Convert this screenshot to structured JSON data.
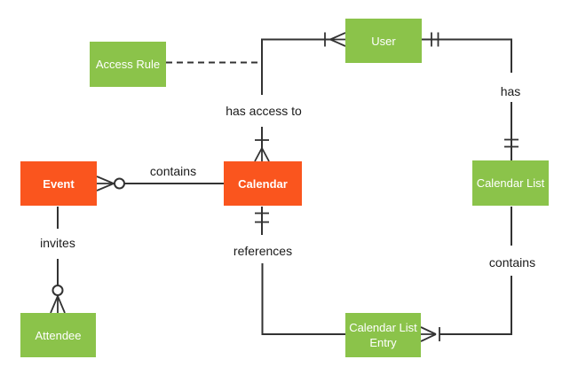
{
  "diagram": {
    "type": "entity-relationship",
    "colors": {
      "entity_orange": "#FA551E",
      "entity_green": "#8BC34A",
      "line": "#333333",
      "entity_text": "#FFFFFF",
      "label_text": "#1A1A1A",
      "background": "#FFFFFF"
    },
    "entities": {
      "event": {
        "label": "Event",
        "color": "#FA551E"
      },
      "calendar": {
        "label": "Calendar",
        "color": "#FA551E"
      },
      "access_rule": {
        "label": "Access Rule",
        "color": "#8BC34A"
      },
      "user": {
        "label": "User",
        "color": "#8BC34A"
      },
      "calendar_list": {
        "label": "Calendar List",
        "color": "#8BC34A"
      },
      "calendar_list_entry": {
        "label_line1": "Calendar List",
        "label_line2": "Entry",
        "color": "#8BC34A"
      },
      "attendee": {
        "label": "Attendee",
        "color": "#8BC34A"
      }
    },
    "relationships": {
      "event_contains_calendar": {
        "label": "contains",
        "from": "Event",
        "to": "Calendar",
        "cardinality": "zero-or-many at Event"
      },
      "user_has_access_to_calendar": {
        "label": "has access to",
        "from": "User",
        "to": "Calendar",
        "cardinality": "one-or-many at User, one-or-many at Calendar"
      },
      "user_has_calendar_list": {
        "label": "has",
        "from": "User",
        "to": "Calendar List",
        "cardinality": "exactly-one at User, exactly-one at Calendar List"
      },
      "calendar_references_entry": {
        "label": "references",
        "from": "Calendar",
        "to": "Calendar List Entry",
        "cardinality": "exactly-one at Calendar"
      },
      "list_contains_entry": {
        "label": "contains",
        "from": "Calendar List",
        "to": "Calendar List Entry",
        "cardinality": "one-or-many at Calendar List Entry"
      },
      "event_invites_attendee": {
        "label": "invites",
        "from": "Event",
        "to": "Attendee",
        "cardinality": "zero-or-many at Attendee"
      },
      "access_rule_link": {
        "label": "",
        "from": "Access Rule",
        "to": "has access to relationship",
        "style": "dashed"
      }
    }
  }
}
